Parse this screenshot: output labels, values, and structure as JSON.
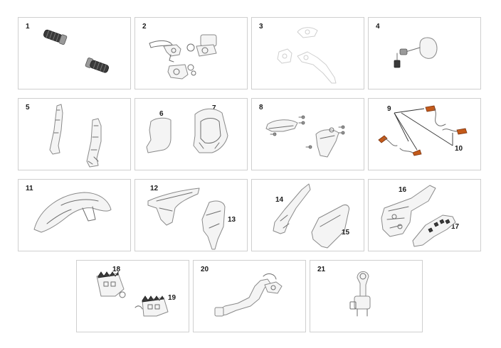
{
  "parts": [
    {
      "id": "c1",
      "labels": [
        "1"
      ]
    },
    {
      "id": "c2",
      "labels": [
        "2"
      ]
    },
    {
      "id": "c3",
      "labels": [
        "3"
      ]
    },
    {
      "id": "c4",
      "labels": [
        "4"
      ]
    },
    {
      "id": "c5",
      "labels": [
        "5"
      ]
    },
    {
      "id": "c6",
      "labels": [
        "6",
        "7"
      ]
    },
    {
      "id": "c8",
      "labels": [
        "8"
      ]
    },
    {
      "id": "c9",
      "labels": [
        "9",
        "10"
      ]
    },
    {
      "id": "c11",
      "labels": [
        "11"
      ]
    },
    {
      "id": "c12",
      "labels": [
        "12",
        "13"
      ]
    },
    {
      "id": "c14",
      "labels": [
        "14",
        "15"
      ]
    },
    {
      "id": "c16",
      "labels": [
        "16",
        "17"
      ]
    },
    {
      "id": "c18",
      "labels": [
        "18",
        "19"
      ]
    },
    {
      "id": "c20",
      "labels": [
        "20"
      ]
    },
    {
      "id": "c21",
      "labels": [
        "21"
      ]
    }
  ]
}
